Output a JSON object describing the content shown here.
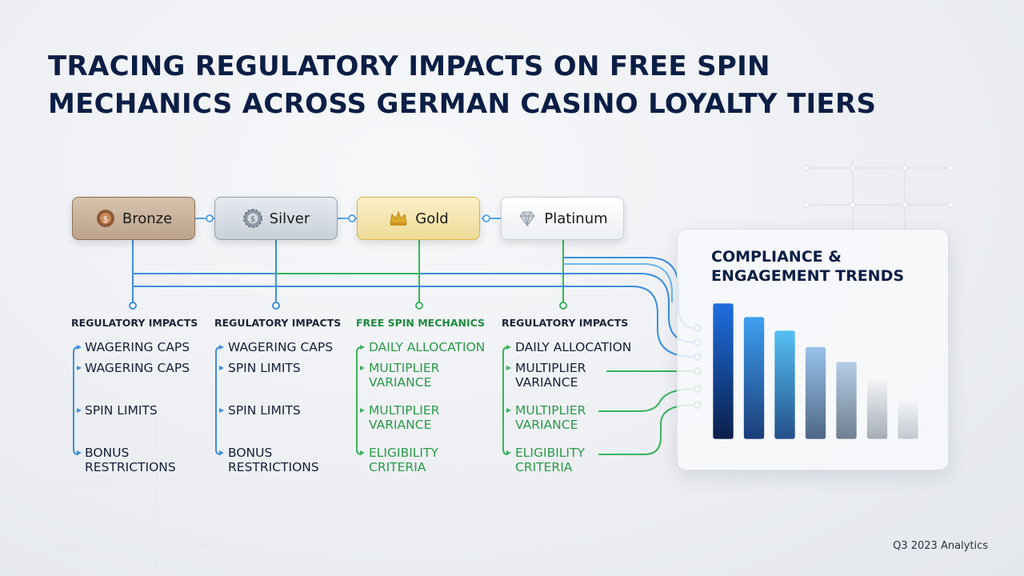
{
  "title": {
    "line1": "TRACING REGULATORY IMPACTS ON FREE SPIN",
    "line2": "MECHANICS ACROSS GERMAN CASINO LOYALTY TIERS"
  },
  "tiers": [
    {
      "label": "Bronze",
      "icon": "coin-icon"
    },
    {
      "label": "Silver",
      "icon": "gear-coin-icon"
    },
    {
      "label": "Gold",
      "icon": "crown-icon"
    },
    {
      "label": "Platinum",
      "icon": "diamond-icon"
    }
  ],
  "columns": [
    {
      "heading": "REGULATORY IMPACTS",
      "items": [
        "WAGERING CAPS",
        "WAGERING CAPS",
        "SPIN LIMITS",
        "BONUS RESTRICTIONS"
      ]
    },
    {
      "heading": "REGULATORY IMPACTS",
      "items": [
        "WAGERING CAPS",
        "SPIN LIMITS",
        "SPIN LIMITS",
        "BONUS RESTRICTIONS"
      ]
    },
    {
      "heading": "FREE SPIN MECHANICS",
      "items": [
        "DAILY ALLOCATION",
        "MULTIPLIER VARIANCE",
        "MULTIPLIER VARIANCE",
        "ELIGIBILITY CRITERIA"
      ]
    },
    {
      "heading": "REGULATORY IMPACTS",
      "items": [
        "DAILY ALLOCATION",
        "MULTIPLIER VARIANCE",
        "MULTIPLIER VARIANCE",
        "ELIGIBILITY CRITERIA"
      ]
    }
  ],
  "panel": {
    "title_line1": "COMPLIANCE &",
    "title_line2": "ENGAGEMENT TRENDS"
  },
  "chart_data": {
    "type": "bar",
    "title": "COMPLIANCE & ENGAGEMENT TRENDS",
    "categories": [
      "",
      "",
      "",
      "",
      "",
      "",
      ""
    ],
    "values": [
      100,
      90,
      80,
      68,
      57,
      45,
      31
    ],
    "xlabel": "",
    "ylabel": "",
    "ylim": [
      0,
      100
    ],
    "grid": false
  },
  "footer": "Q3 2023 Analytics",
  "colors": {
    "blue_wire": "#3b8fe0",
    "green_wire": "#39b35c",
    "title": "#0b1e45"
  }
}
